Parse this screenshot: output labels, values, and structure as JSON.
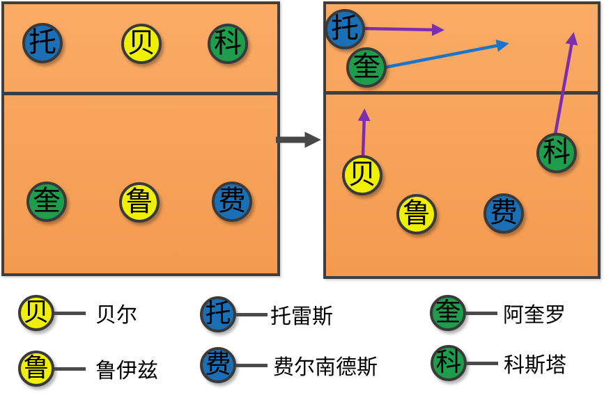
{
  "diagram_title": "football-substitution-movement-diagram",
  "colors": {
    "field_orange_top": "#FAAB66",
    "field_orange_bottom": "#F39A50",
    "line_border_gray": "#3E3E3E",
    "player_blue": "#1B6FB5",
    "player_yellow": "#F0F005",
    "player_green": "#1E9E4C",
    "arrow_purple": "#7B2FAE",
    "arrow_blue": "#1C74C9",
    "transition_arrow_gray": "#474747"
  },
  "before_panel": {
    "players": [
      {
        "label": "托",
        "color": "blue"
      },
      {
        "label": "贝",
        "color": "yellow"
      },
      {
        "label": "科",
        "color": "green"
      },
      {
        "label": "奎",
        "color": "green"
      },
      {
        "label": "鲁",
        "color": "yellow"
      },
      {
        "label": "费",
        "color": "blue"
      }
    ]
  },
  "after_panel": {
    "players": [
      {
        "label": "托",
        "color": "blue"
      },
      {
        "label": "奎",
        "color": "green"
      },
      {
        "label": "贝",
        "color": "yellow"
      },
      {
        "label": "鲁",
        "color": "yellow"
      },
      {
        "label": "费",
        "color": "blue"
      },
      {
        "label": "科",
        "color": "green"
      }
    ],
    "movement_arrows": [
      {
        "from_player": "托",
        "color": "purple",
        "direction": "right"
      },
      {
        "from_player": "奎",
        "color": "blue",
        "direction": "up-right"
      },
      {
        "from_player": "贝",
        "color": "purple",
        "direction": "up"
      },
      {
        "from_player": "科",
        "color": "purple",
        "direction": "up"
      }
    ]
  },
  "legend": {
    "items": [
      {
        "glyph": "贝",
        "color": "yellow",
        "name": "贝尔"
      },
      {
        "glyph": "托",
        "color": "blue",
        "name": "托雷斯"
      },
      {
        "glyph": "奎",
        "color": "green",
        "name": "阿奎罗"
      },
      {
        "glyph": "鲁",
        "color": "yellow",
        "name": "鲁伊兹"
      },
      {
        "glyph": "费",
        "color": "blue",
        "name": "费尔南德斯"
      },
      {
        "glyph": "科",
        "color": "green",
        "name": "科斯塔"
      }
    ]
  }
}
